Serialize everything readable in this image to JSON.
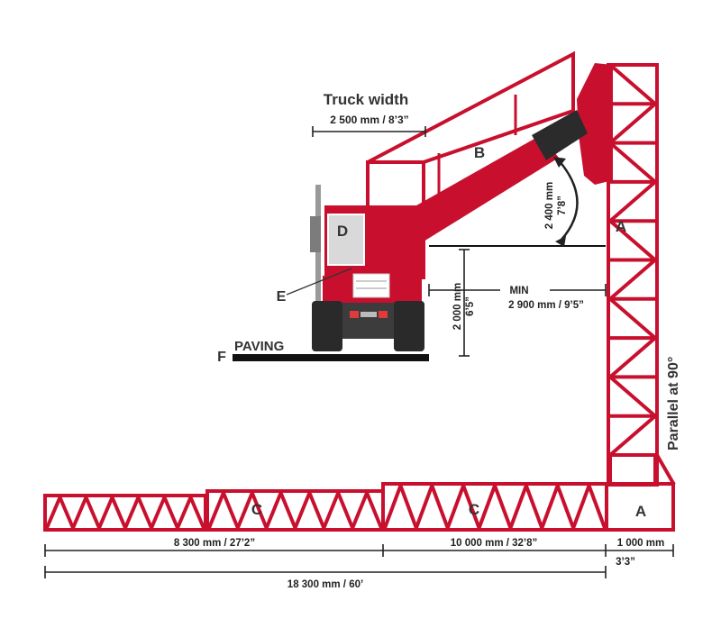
{
  "colors": {
    "frame": "#c8102e",
    "dark": "#2b2b2b",
    "ground": "#111111",
    "text": "#222222"
  },
  "labels": {
    "truck_width_title": "Truck width",
    "truck_width_value": "2 500 mm / 8’3”",
    "section_b": "B",
    "section_d": "D",
    "section_e": "E",
    "section_f": "F",
    "paving": "PAVING",
    "section_a_upper": "A",
    "section_a_lower": "A",
    "section_c_left": "C",
    "section_c_right": "C",
    "parallel": "Parallel at 90°"
  },
  "dimensions": {
    "angle_mm": "2 400 mm",
    "angle_ft": "7’8”",
    "height_mm": "2 000 mm",
    "height_ft": "6’5”",
    "min_label": "MIN",
    "min_value": "2 900 mm / 9’5”",
    "bottom_left": "8 300 mm / 27’2”",
    "bottom_mid": "10 000 mm / 32’8”",
    "bottom_right_mm": "1 000 mm",
    "bottom_right_ft": "3’3”",
    "total": "18 300 mm / 60’"
  }
}
